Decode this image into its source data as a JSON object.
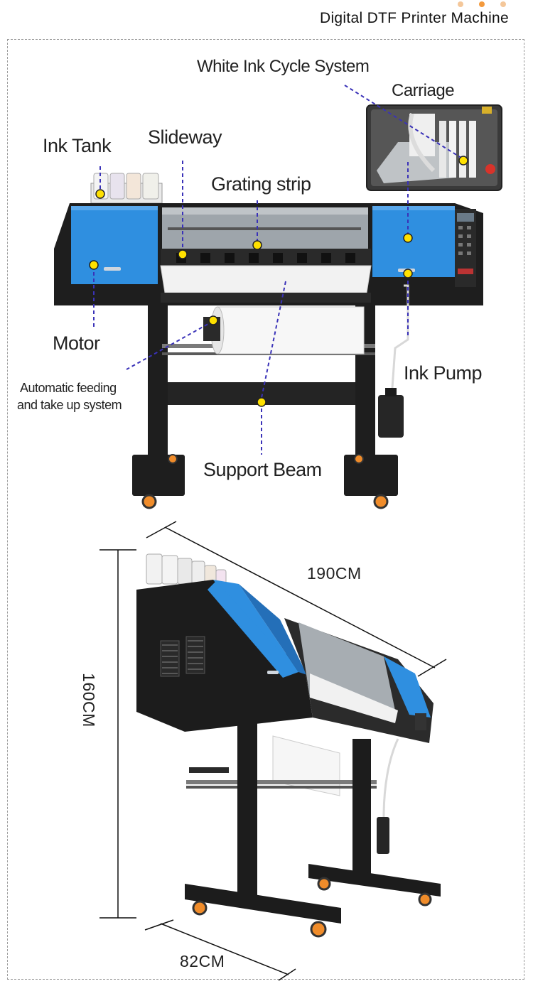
{
  "header": {
    "title": "Digital DTF Printer Machine",
    "accent_colors": [
      "#f4c79a",
      "#f39a3d",
      "#f4c79a"
    ]
  },
  "callouts": {
    "white_ink_cycle_system": "White Ink Cycle System",
    "carriage": "Carriage",
    "ink_tank": "Ink Tank",
    "slideway": "Slideway",
    "grating_strip": "Grating strip",
    "motor": "Motor",
    "auto_feeding_line1": "Automatic feeding",
    "auto_feeding_line2": "and take up system",
    "ink_pump": "Ink Pump",
    "support_beam": "Support Beam"
  },
  "dimensions": {
    "length": "190CM",
    "height": "160CM",
    "depth": "82CM"
  },
  "colors": {
    "printer_blue": "#2f8fe0",
    "body_black": "#1e1e1e",
    "marker_yellow": "#ffe100",
    "leader_line": "#3a32b8"
  }
}
